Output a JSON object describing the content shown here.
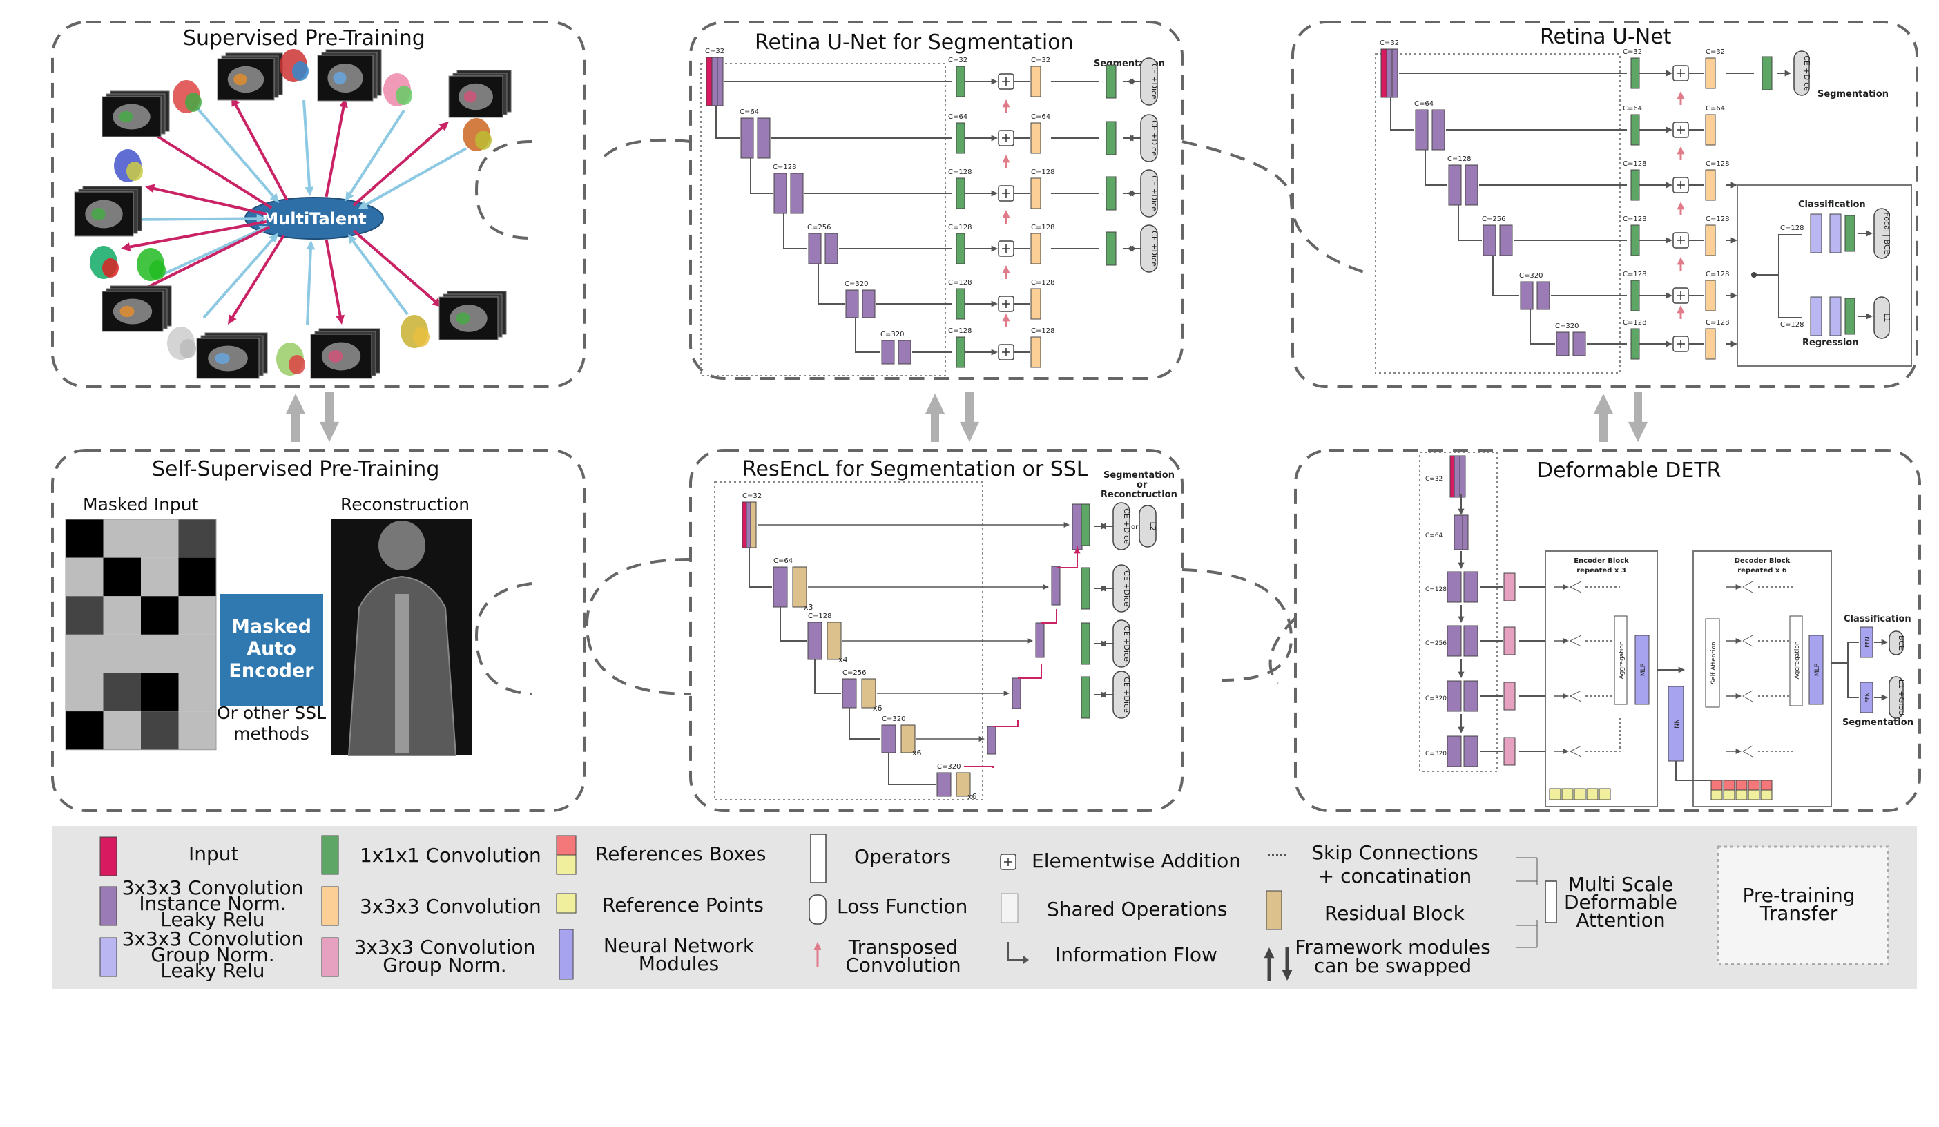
{
  "panels": {
    "supervised": {
      "title": "Supervised Pre-Training",
      "center": "MultiTalent"
    },
    "ssl": {
      "title": "Self-Supervised Pre-Training",
      "masked_input": "Masked Input",
      "reconstruction": "Reconstruction",
      "mae_lines": [
        "Masked",
        "Auto",
        "Encoder"
      ],
      "other_lines": [
        "Or other SSL",
        "methods"
      ]
    },
    "unet_seg": {
      "title": "Retina U-Net  for Segmentation",
      "head": "Segmentation",
      "loss": "CE +Dice",
      "channels": [
        "C=32",
        "C=64",
        "C=128",
        "C=256",
        "C=320",
        "C=320"
      ],
      "dec_channels": [
        "C=32",
        "C=64",
        "C=128",
        "C=128",
        "C=128",
        "C=128"
      ]
    },
    "resenc": {
      "title": "ResEncL for Segmentation or SSL",
      "head_lines": [
        "Segmentation",
        "or",
        "Reconctruction"
      ],
      "loss": "CE +Dice",
      "loss_l2": "L2",
      "or_text": "or",
      "channels": [
        "C=32",
        "C=64",
        "C=128",
        "C=256",
        "C=320",
        "C=320"
      ],
      "reps": [
        "x3",
        "x4",
        "x6",
        "x6",
        "x6"
      ]
    },
    "retina": {
      "title": "Retina U-Net",
      "head": "Segmentation",
      "loss": "CE +Dice",
      "classification": "Classification",
      "regression": "Regression",
      "focal_loss": "Focal | BCE",
      "l1_loss": "L1",
      "cls_ch": "C=128",
      "reg_ch": "C=128",
      "channels": [
        "C=32",
        "C=64",
        "C=128",
        "C=256",
        "C=320",
        "C=320"
      ],
      "dec_channels": [
        "C=32",
        "C=64",
        "C=128",
        "C=128",
        "C=128",
        "C=128"
      ]
    },
    "detr": {
      "title": "Deformable DETR",
      "encoder_lines": [
        "Encoder Block",
        "repeated x 3"
      ],
      "decoder_lines": [
        "Decoder Block",
        "repeated x 6"
      ],
      "aggregation": "Aggregation",
      "mlp": "MLP",
      "nn": "NN",
      "self_attention": "Self Attention",
      "ffn": "FFN",
      "classification": "Classification",
      "segmentation": "Segmentation",
      "bce": "BCE",
      "l1_giou": "L1 +GIoU",
      "channels": [
        "C=32",
        "C=64",
        "C=128",
        "C=256",
        "C=320",
        "C=320"
      ]
    }
  },
  "legend": {
    "input": "Input",
    "conv_in": [
      "3x3x3 Convolution",
      "Instance Norm.",
      "Leaky Relu"
    ],
    "conv_gn": [
      "3x3x3 Convolution",
      "Group Norm.",
      "Leaky Relu"
    ],
    "conv1": "1x1x1 Convolution",
    "conv3": "3x3x3 Convolution",
    "conv3_gn": [
      "3x3x3 Convolution",
      "Group Norm."
    ],
    "ref_boxes": "References Boxes",
    "ref_points": "Reference Points",
    "nn_modules": [
      "Neural Network",
      "Modules"
    ],
    "operators": "Operators",
    "loss_fn": "Loss Function",
    "transposed": [
      "Transposed",
      "Convolution"
    ],
    "elementwise": "Elementwise Addition",
    "shared": "Shared Operations",
    "info_flow": "Information Flow",
    "skip": [
      "Skip Connections",
      "+ concatination"
    ],
    "residual": "Residual Block",
    "swapped": [
      "Framework modules",
      "can be swapped"
    ],
    "msda": [
      "Multi Scale",
      "Deformable",
      "Attention"
    ],
    "pretrain": [
      "Pre-training",
      "Transfer"
    ]
  },
  "colors": {
    "input": "#d81b60",
    "conv_in": "#9b7bb5",
    "conv_gn": "#b9b6f2",
    "conv1": "#5ea665",
    "conv3": "#fbcf95",
    "conv3_gn": "#e6a0c0",
    "ref_box_top": "#f4777a",
    "ref_point": "#f0ef9e",
    "nn": "#a8a3ef",
    "residual": "#dcc18d",
    "center": "#2f6fa8",
    "mae": "#2f78b0",
    "arrow_pink": "#c92365",
    "arrow_blue": "#8ec9e3",
    "legend_bg": "#e5e5e5",
    "dash": "#666666"
  }
}
